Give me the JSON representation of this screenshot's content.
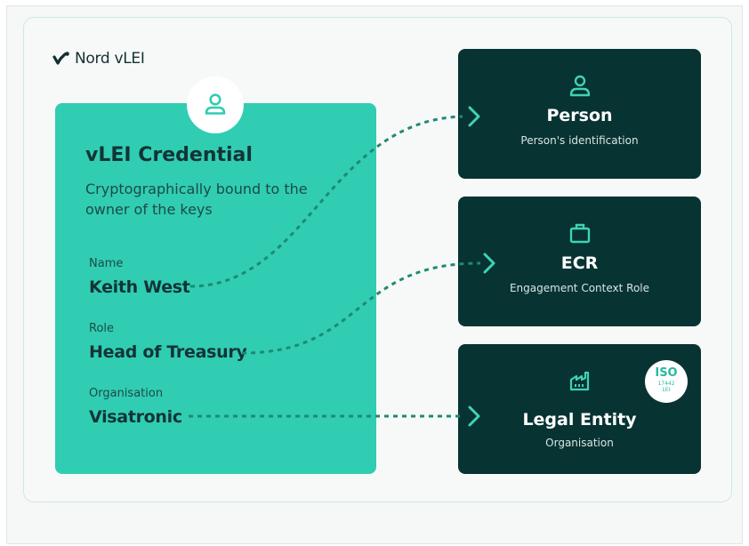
{
  "brand": {
    "name": "Nord vLEI"
  },
  "credential": {
    "icon": "person-icon",
    "title": "vLEI Credential",
    "description": "Cryptographically bound to the owner of the keys",
    "fields": [
      {
        "label": "Name",
        "value": "Keith West"
      },
      {
        "label": "Role",
        "value": "Head of Treasury"
      },
      {
        "label": "Organisation",
        "value": "Visatronic"
      }
    ]
  },
  "targets": [
    {
      "icon": "person-icon",
      "title": "Person",
      "subtitle": "Person's identification"
    },
    {
      "icon": "briefcase-icon",
      "title": "ECR",
      "subtitle": "Engagement Context Role"
    },
    {
      "icon": "factory-icon",
      "title": "Legal Entity",
      "subtitle": "Organisation",
      "badge": {
        "line1": "ISO",
        "line2": "17442",
        "line3": "LEI"
      }
    }
  ],
  "colors": {
    "accent": "#30cdb2",
    "dark": "#083333",
    "connector": "#1e8a73",
    "icon": "#3fd3b5"
  }
}
